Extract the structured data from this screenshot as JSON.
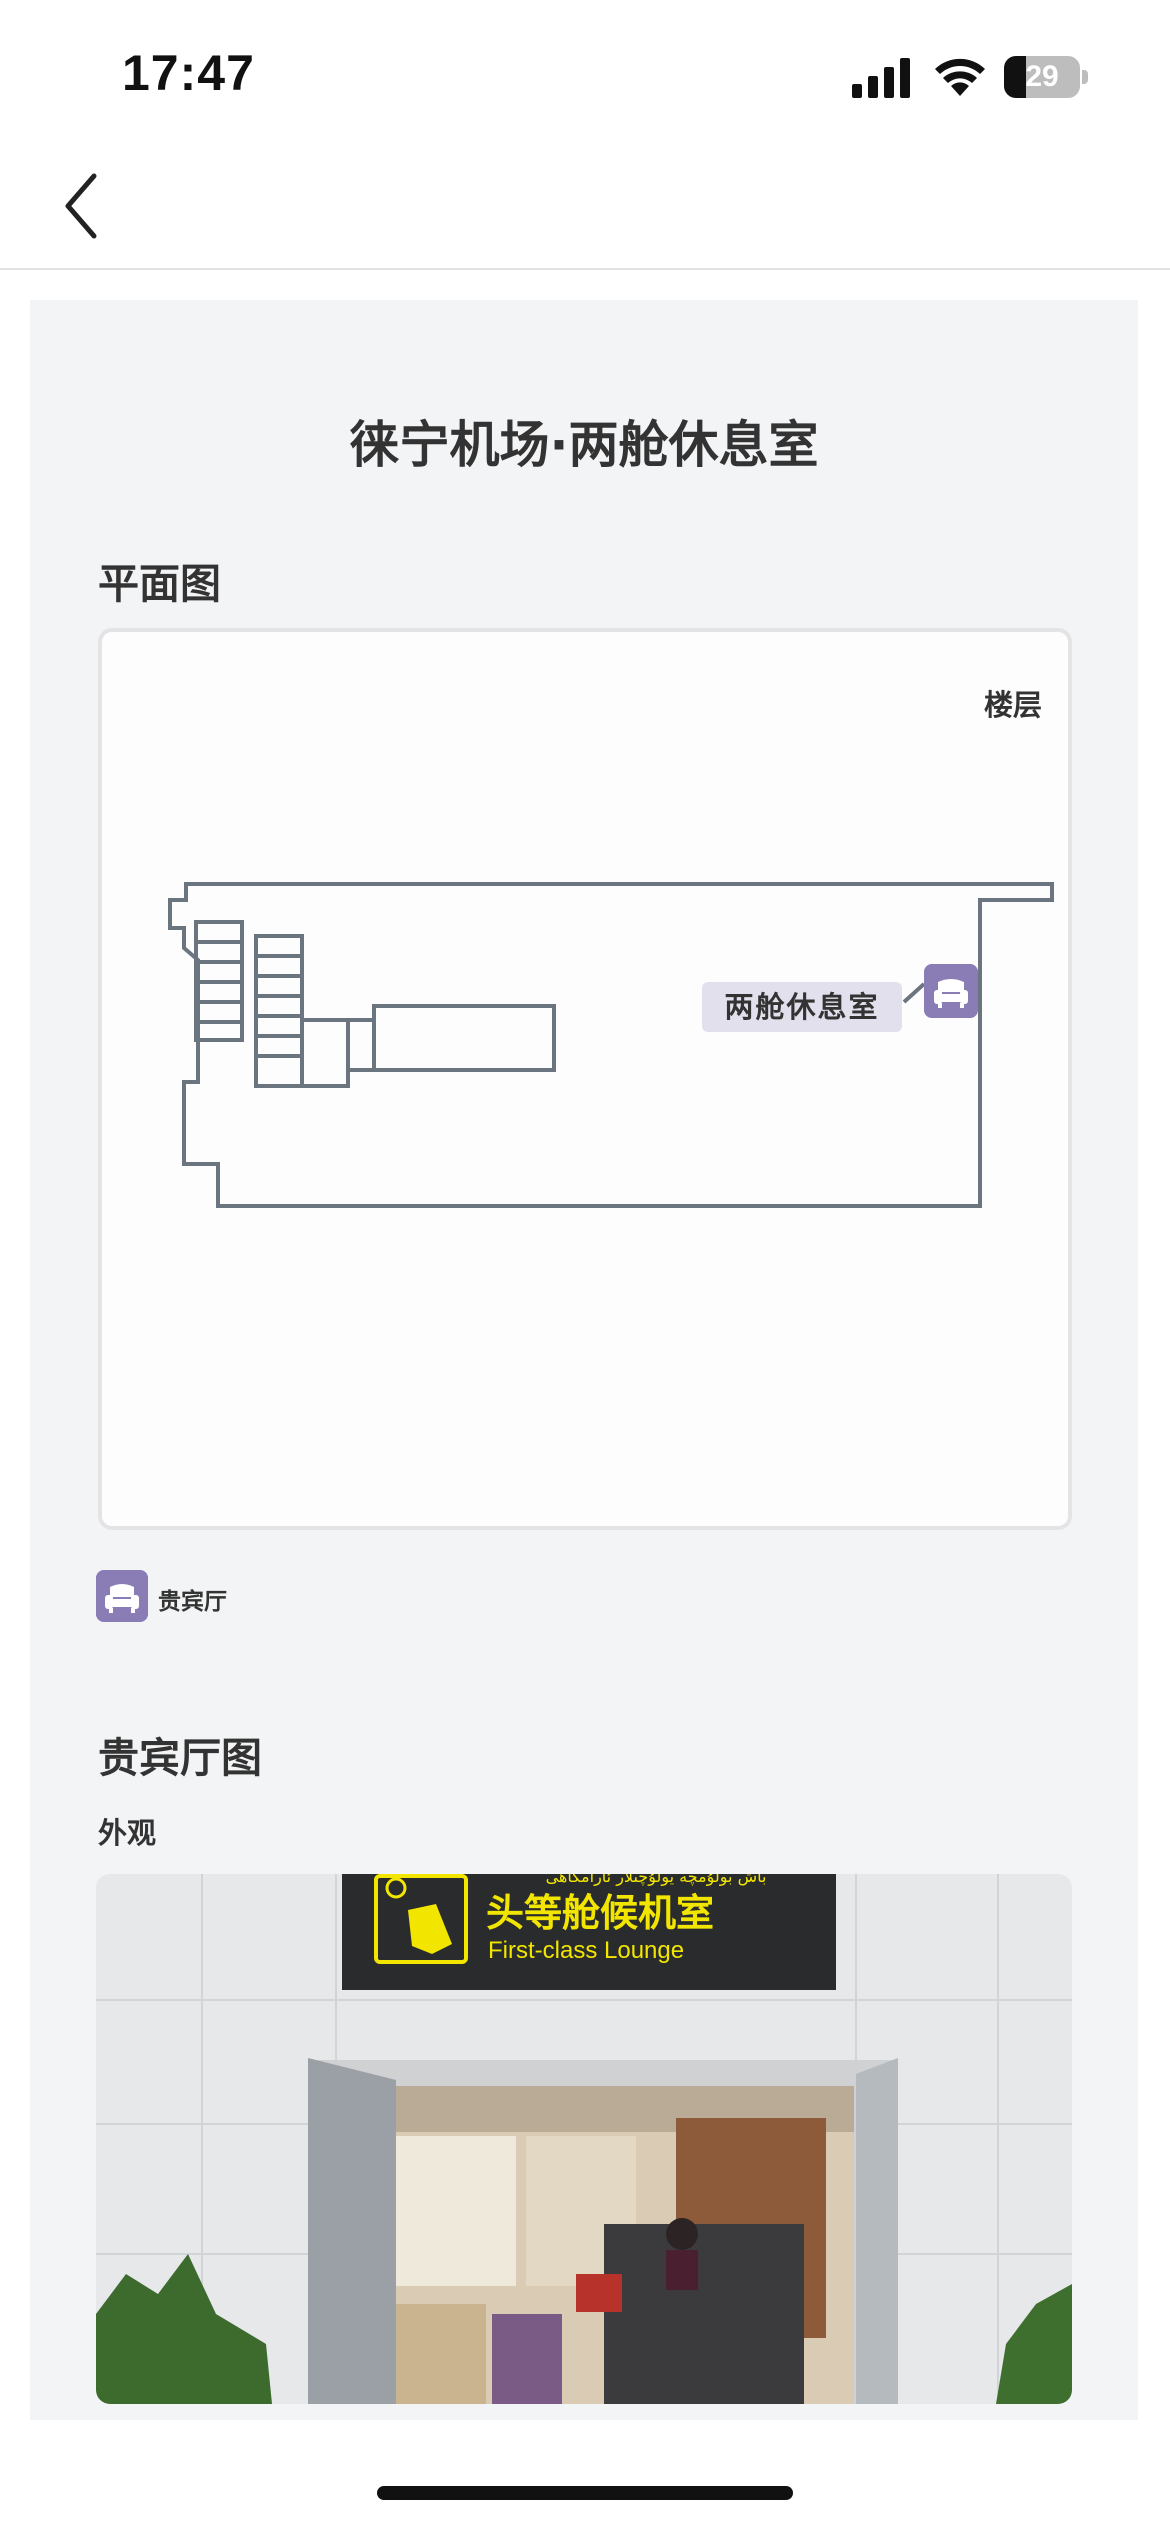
{
  "status_bar": {
    "time": "17:47",
    "battery_level": "29",
    "icons": [
      "cellular-signal-icon",
      "wifi-icon",
      "battery-icon"
    ]
  },
  "nav": {
    "back_icon": "chevron-left-icon"
  },
  "page": {
    "title": "徕宁机场·两舱休息室"
  },
  "floor_plan": {
    "section_title": "平面图",
    "floor_label": "楼层",
    "room_label": "两舱休息室",
    "room_icon": "armchair-icon",
    "accent_color": "#8a7db5",
    "outline_color": "#6b7580"
  },
  "legend": {
    "icon": "armchair-icon",
    "label": "贵宾厅"
  },
  "gallery": {
    "section_title": "贵宾厅图",
    "subsection_title": "外观",
    "photo": {
      "sign_line_uyghur": "باش بولۇمچە يولۇچىلار ئارامگاھى",
      "sign_line_cn": "头等舱候机室",
      "sign_line_en": "First-class Lounge",
      "sign_icon": "armchair-icon",
      "sign_color": "#f2e600"
    }
  }
}
